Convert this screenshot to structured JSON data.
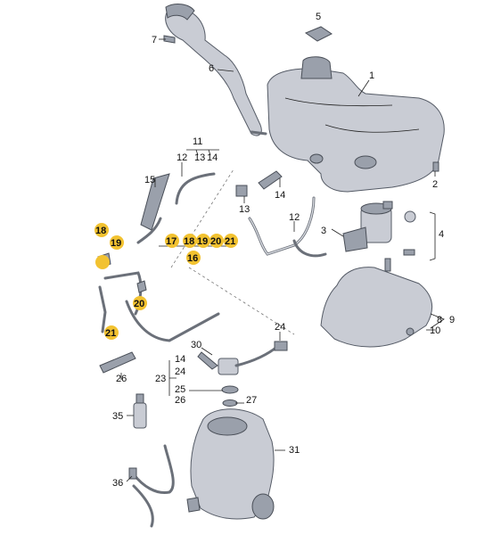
{
  "highlight_color": "#f2c230",
  "labels": {
    "n1": "1",
    "n2": "2",
    "n3": "3",
    "n4": "4",
    "n5": "5",
    "n6": "6",
    "n7": "7",
    "n8": "8",
    "n9": "9",
    "n10": "10",
    "n11": "11",
    "n12a": "12",
    "n12b": "12",
    "n13a": "13",
    "n13b": "13",
    "n14a": "14",
    "n14b": "14",
    "n14c": "14",
    "n15": "15",
    "n16": "16",
    "n17": "17",
    "n18a": "18",
    "n18b": "18",
    "n19a": "19",
    "n19b": "19",
    "n20a": "20",
    "n20b": "20",
    "n21a": "21",
    "n21b": "21",
    "n23": "23",
    "n24a": "24",
    "n24b": "24",
    "n25": "25",
    "n26a": "26",
    "n26b": "26",
    "n27": "27",
    "n30": "30",
    "n31": "31",
    "n35": "35",
    "n36": "36"
  }
}
